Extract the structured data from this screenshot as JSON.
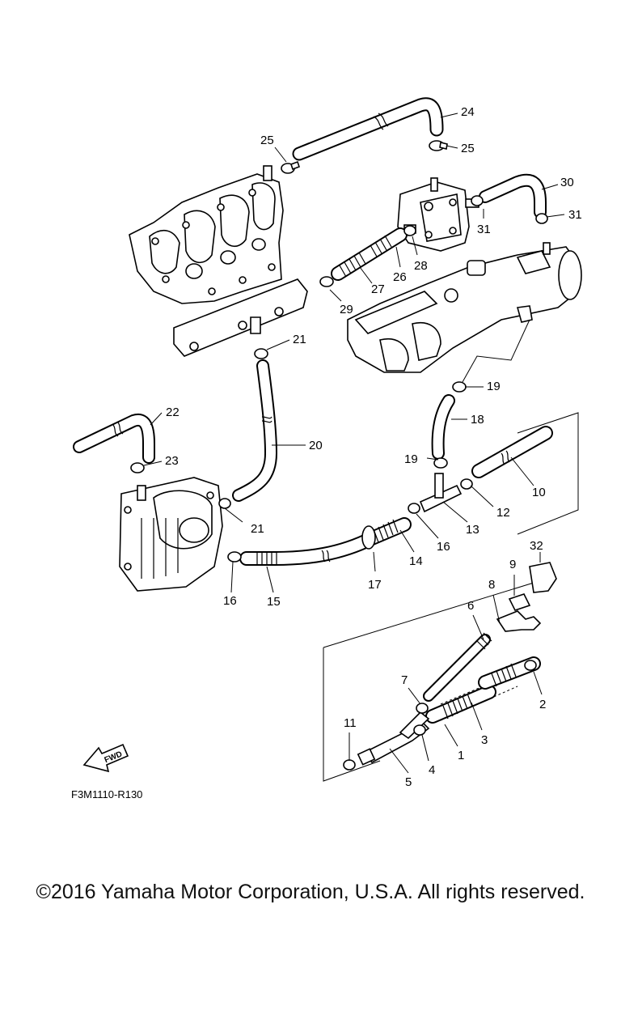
{
  "figure_code": "F3M1110-R130",
  "fwd_label": "FWD",
  "copyright": "©2016 Yamaha Motor Corporation, U.S.A. All rights reserved.",
  "callouts": {
    "p1": "1",
    "p2": "2",
    "p3": "3",
    "p4": "4",
    "p5": "5",
    "p6": "6",
    "p7": "7",
    "p8": "8",
    "p9": "9",
    "p10": "10",
    "p11": "11",
    "p12": "12",
    "p13": "13",
    "p14": "14",
    "p15": "15",
    "p16a": "16",
    "p16b": "16",
    "p17": "17",
    "p18": "18",
    "p19a": "19",
    "p19b": "19",
    "p20": "20",
    "p21a": "21",
    "p21b": "21",
    "p22": "22",
    "p23": "23",
    "p24": "24",
    "p25a": "25",
    "p25b": "25",
    "p26": "26",
    "p27": "27",
    "p28": "28",
    "p29": "29",
    "p30": "30",
    "p31a": "31",
    "p31b": "31",
    "p32": "32"
  }
}
